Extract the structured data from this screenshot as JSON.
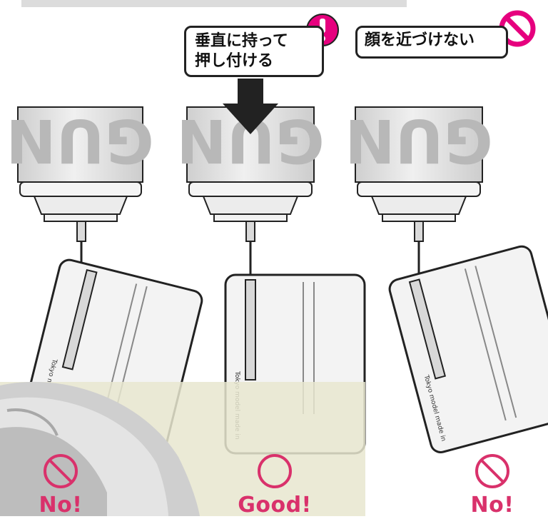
{
  "callouts": {
    "push": {
      "lines": [
        "垂直に持って",
        "押し付ける"
      ],
      "icon": "exclamation-icon"
    },
    "face": {
      "text": "顔を近づけない",
      "icon": "prohibited-icon"
    }
  },
  "panels": [
    {
      "verdict": "No!",
      "mark": "prohibited-icon",
      "tilt": "tilted-left"
    },
    {
      "verdict": "Good!",
      "mark": "circle-ok-icon",
      "tilt": "vertical"
    },
    {
      "verdict": "No!",
      "mark": "prohibited-icon",
      "tilt": "tilted-right"
    }
  ],
  "can_label": "GUN",
  "card_side_text": "Tokyo model made in",
  "colors": {
    "accent_pink": "#d9316b",
    "warning_magenta": "#e6007e",
    "can_gray": "#e2e2e2",
    "outline": "#222222"
  }
}
